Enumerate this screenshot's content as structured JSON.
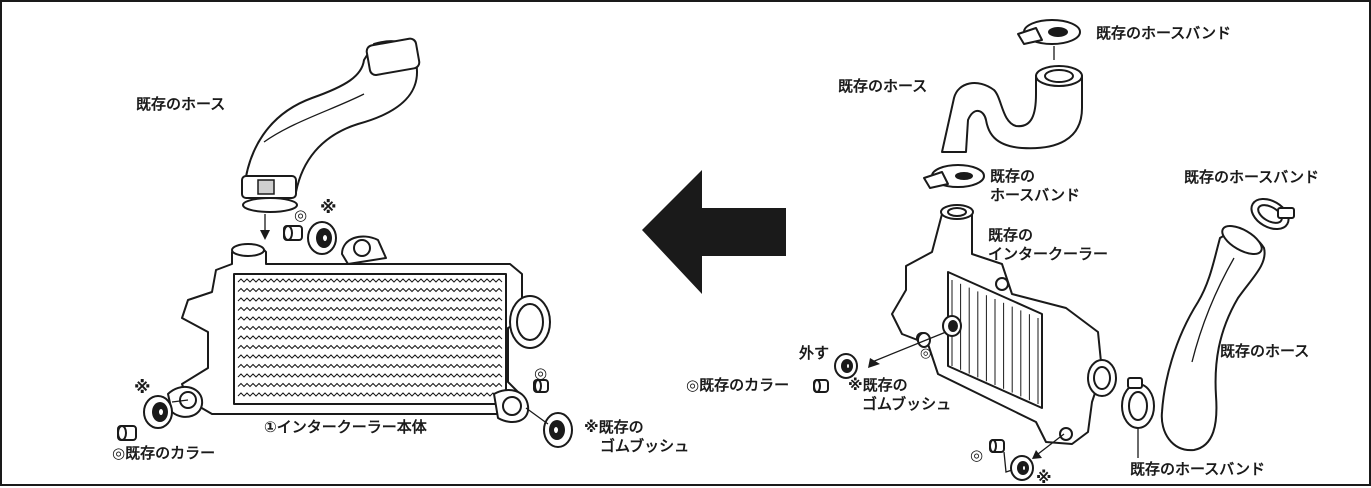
{
  "labels": {
    "existing_hose_left": "既存のホース",
    "washer_mark_top": "◎",
    "bush_mark_top": "※",
    "bush_mark_left": "※",
    "washer_mark_right": "◎",
    "collar_left": "◎既存のカラー",
    "intercooler_body": "①インタークーラー本体",
    "rubber_bush_left_line1": "※既存の",
    "rubber_bush_left_line2": "ゴムブッシュ",
    "hose_band_top": "既存のホースバンド",
    "existing_hose_right_top": "既存のホース",
    "hose_band_mid_line1": "既存の",
    "hose_band_mid_line2": "ホースバンド",
    "intercooler_existing_line1": "既存の",
    "intercooler_existing_line2": "インタークーラー",
    "hose_band_right": "既存のホースバンド",
    "existing_hose_right": "既存のホース",
    "remove": "外す",
    "collar_right": "◎既存のカラー",
    "rubber_bush_right_line1": "※既存の",
    "rubber_bush_right_line2": "ゴムブッシュ",
    "washer_mark_bottom": "◎",
    "bush_mark_bottom": "※",
    "hose_band_bottom": "既存のホースバンド",
    "washer_mark_small": "◎"
  }
}
